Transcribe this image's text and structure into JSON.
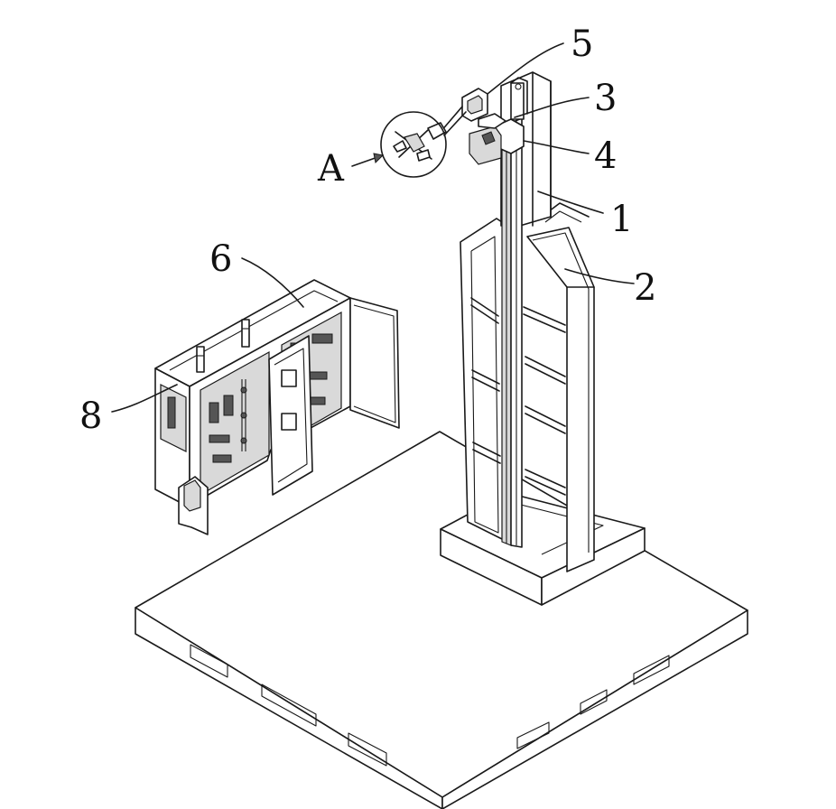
{
  "labels": {
    "l1": "1",
    "l2": "2",
    "l3": "3",
    "l4": "4",
    "l5": "5",
    "l6": "6",
    "l8": "8",
    "detail": "A"
  }
}
